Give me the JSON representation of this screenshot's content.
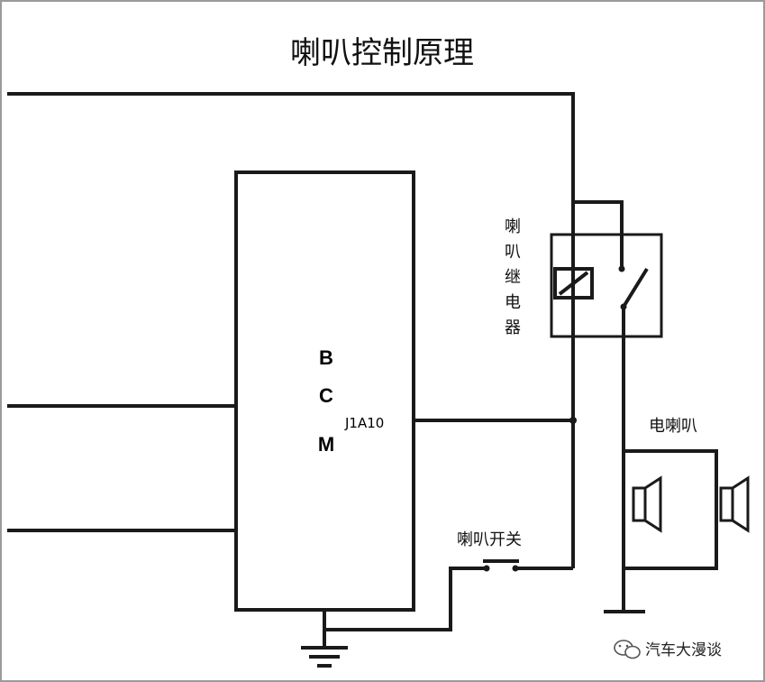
{
  "title": "喇叭控制原理",
  "bcm": {
    "letters": [
      "B",
      "C",
      "M"
    ],
    "pin": "J1A10"
  },
  "relay": {
    "label_chars": [
      "喇",
      "叭",
      "继",
      "电",
      "器"
    ]
  },
  "horn": {
    "label": "电喇叭"
  },
  "horn_switch": {
    "label": "喇叭开关"
  },
  "watermark": {
    "text": "汽车大漫谈",
    "icon": "wechat-icon"
  }
}
